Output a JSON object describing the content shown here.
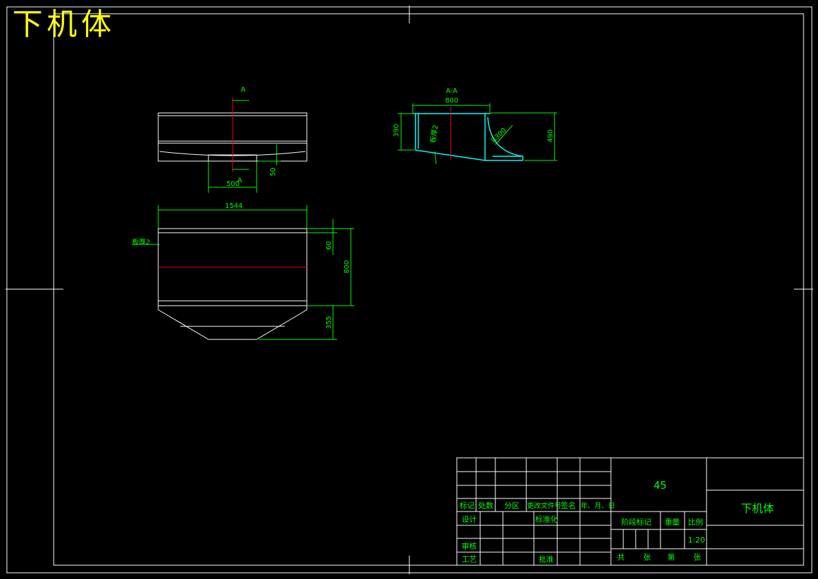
{
  "drawing_title": "下机体",
  "colors": {
    "background": "#000000",
    "outline": "#ffffff",
    "dimension": "#00ff00",
    "centerline": "#ff0000",
    "section": "#00ffff",
    "title": "#ffff00"
  },
  "top_view": {
    "section_mark_top": "A",
    "section_mark_bottom": "A",
    "dim_width": "500",
    "dim_depth": "50"
  },
  "section_view": {
    "label": "A-A",
    "dim_top": "800",
    "dim_left_height": "390",
    "dim_right_height": "490",
    "plate_note": "板厚2",
    "radius_note": "R300"
  },
  "front_view": {
    "dim_length": "1544",
    "plate_note": "板厚2",
    "dim_top_band": "60",
    "dim_body": "800",
    "dim_hopper": "355"
  },
  "title_block": {
    "material": "45",
    "part_name": "下机体",
    "scale": "1:20",
    "row_labels": {
      "mark": "标记",
      "count": "处数",
      "zone": "分区",
      "change_doc": "更改文件号",
      "signature": "签名",
      "date": "年、月、日"
    },
    "design": "设计",
    "standardization": "标准化",
    "review": "审核",
    "process": "工艺",
    "approve": "批准",
    "stage_mark": "阶段标记",
    "weight": "重量",
    "scale_label": "比例",
    "total": "共",
    "sheets": "张",
    "page_no": "第",
    "sheet": "张"
  }
}
